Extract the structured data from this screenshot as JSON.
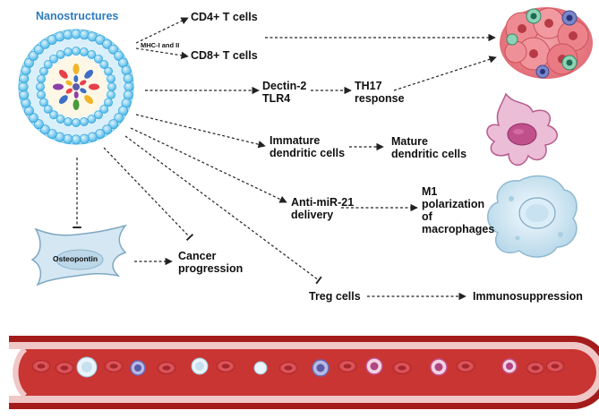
{
  "title": "Nanostructures",
  "labels": {
    "cd4": "CD4+ T cells",
    "mhc": "MHC-I and II",
    "cd8": "CD8+ T cells",
    "dectin_1": "Dectin-2",
    "dectin_2": "TLR4",
    "th17_1": "TH17",
    "th17_2": "response",
    "immature_1": "Immature",
    "immature_2": "dendritic cells",
    "mature_1": "Mature",
    "mature_2": "dendritic cells",
    "antimir_1": "Anti-miR-21",
    "antimir_2": "delivery",
    "m1_1": "M1",
    "m1_2": "polarization",
    "m1_3": "of",
    "m1_4": "macrophages",
    "osteopontin": "Osteopontin",
    "cancer_1": "Cancer",
    "cancer_2": "progression",
    "treg": "Treg cells",
    "immuno": "Immunosuppression"
  },
  "colors": {
    "title": "#2e7bbf",
    "arrow": "#222222",
    "vessel_outer": "#9c1414",
    "vessel_inner": "#c9302c",
    "rbc": "#d94b50",
    "dendritic": "#e7b4cf",
    "macrophage": "#cfe6f1",
    "fibroblast": "#cfe3ef"
  }
}
